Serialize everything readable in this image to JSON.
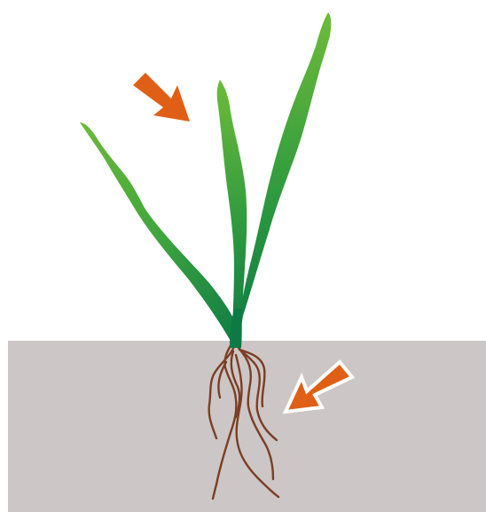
{
  "diagram": {
    "subject": "seedling",
    "colors": {
      "soil": "#cdc6c6",
      "leaf_light": "#6dbb3a",
      "leaf_mid": "#3fa53e",
      "stem_dark": "#0d7a45",
      "root": "#7a3f24",
      "arrow": "#e05f16",
      "arrow_outline": "#ffffff"
    },
    "parts": [
      "leaves",
      "stem",
      "roots",
      "soil"
    ],
    "arrows": [
      {
        "target": "leaves",
        "direction": "down-right"
      },
      {
        "target": "roots",
        "direction": "down-left"
      }
    ]
  }
}
